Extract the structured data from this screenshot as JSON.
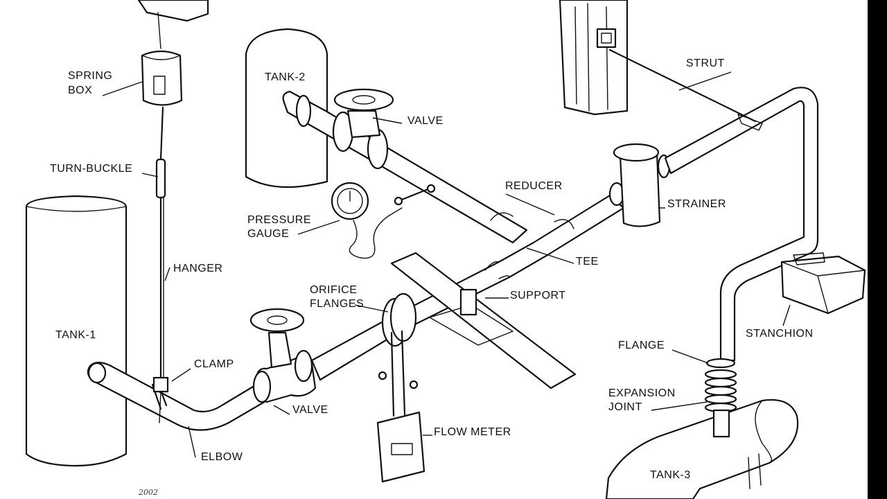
{
  "diagram": {
    "labels": {
      "spring_box_1": "SPRING",
      "spring_box_2": "BOX",
      "turn_buckle": "TURN-BUCKLE",
      "hanger": "HANGER",
      "tank_1": "TANK-1",
      "tank_2": "TANK-2",
      "tank_3": "TANK-3",
      "clamp": "CLAMP",
      "elbow": "ELBOW",
      "valve_lower": "VALVE",
      "valve_upper": "VALVE",
      "orifice_1": "ORIFICE",
      "orifice_2": "FLANGES",
      "pressure_1": "PRESSURE",
      "pressure_2": "GAUGE",
      "reducer": "REDUCER",
      "tee": "TEE",
      "support": "SUPPORT",
      "flow_meter": "FLOW METER",
      "strainer": "STRAINER",
      "strut": "STRUT",
      "stanchion": "STANCHION",
      "flange": "FLANGE",
      "expansion_1": "EXPANSION",
      "expansion_2": "JOINT"
    },
    "signature": "2002"
  }
}
